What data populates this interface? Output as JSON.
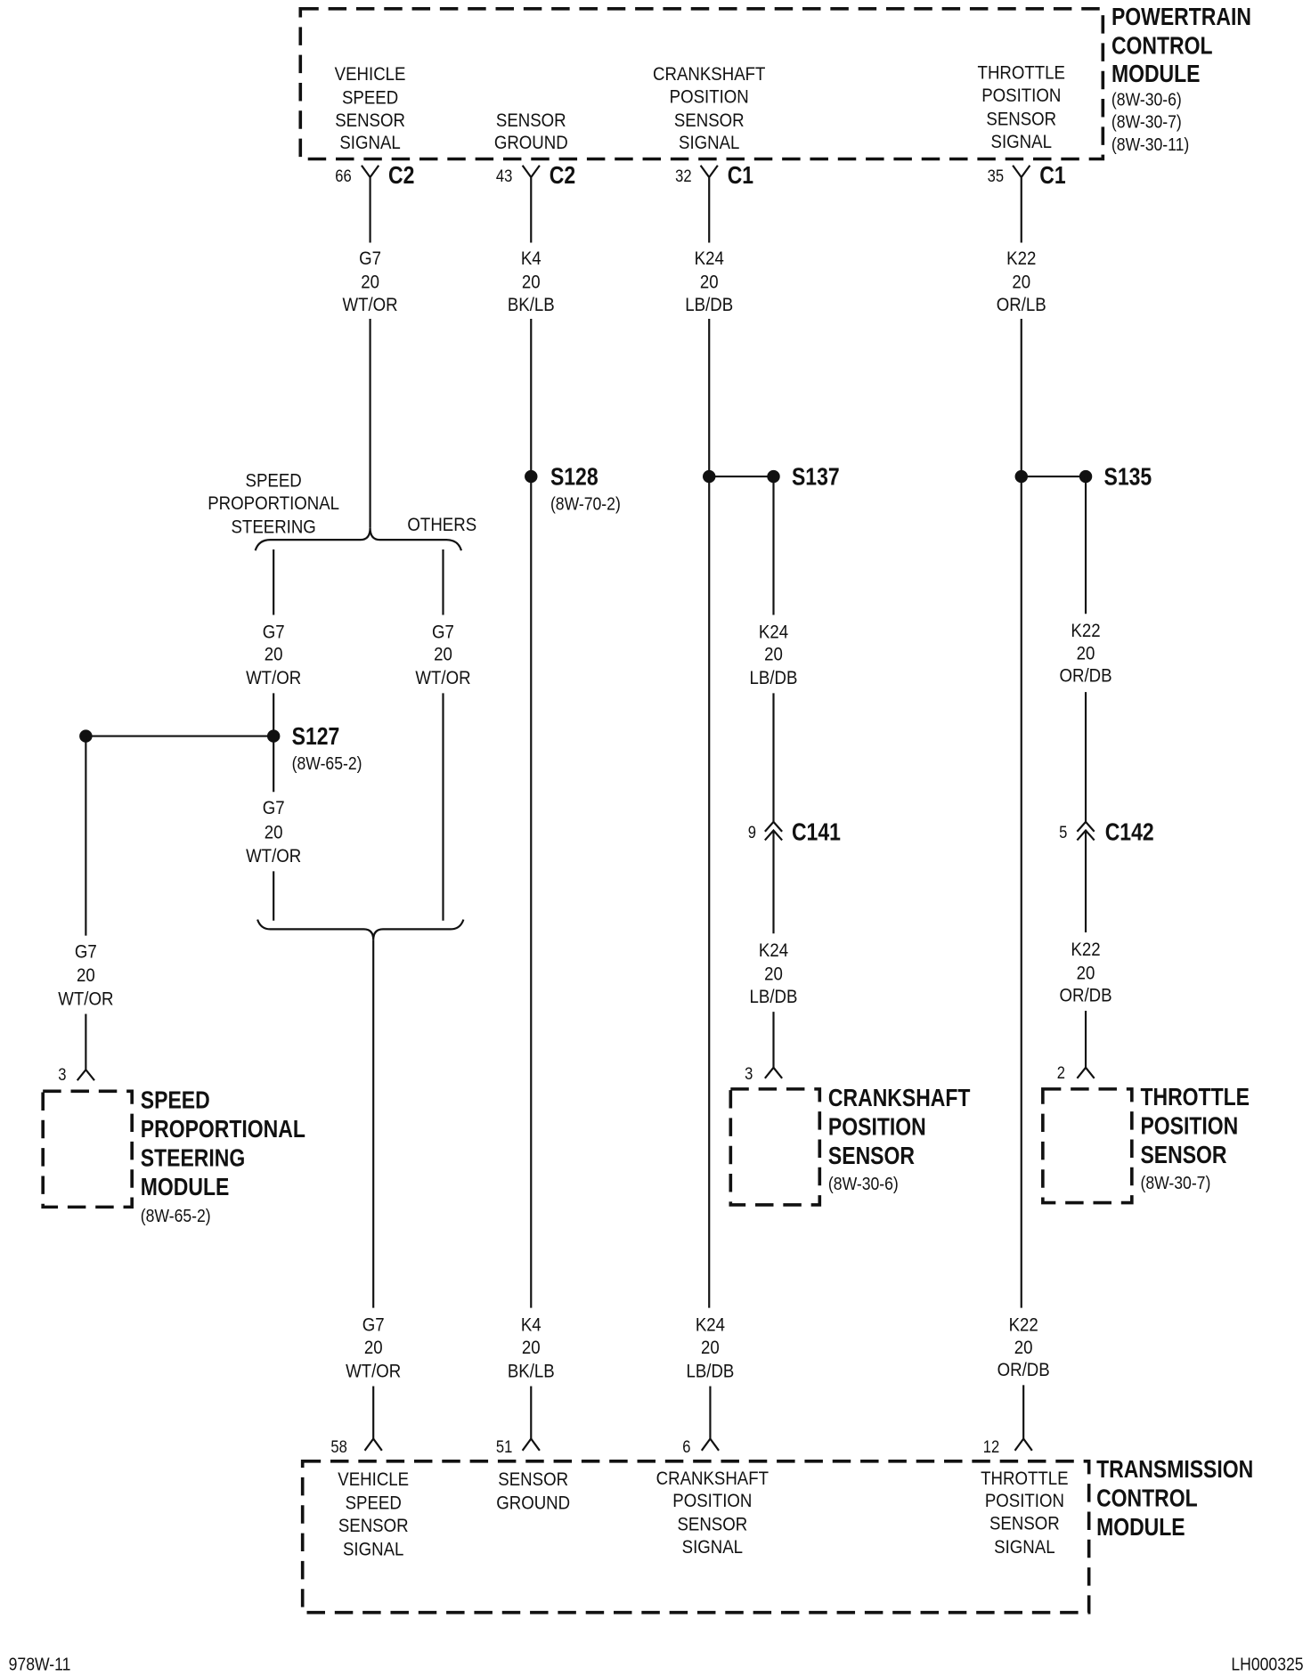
{
  "powertrain_control_module": {
    "name": [
      "POWERTRAIN",
      "CONTROL",
      "MODULE"
    ],
    "refs": [
      "(8W-30-6)",
      "(8W-30-7)",
      "(8W-30-11)"
    ],
    "pins": [
      {
        "label": [
          "VEHICLE",
          "SPEED",
          "SENSOR",
          "SIGNAL"
        ],
        "cavity": "66",
        "connector": "C2"
      },
      {
        "label": [
          "SENSOR",
          "GROUND"
        ],
        "cavity": "43",
        "connector": "C2"
      },
      {
        "label": [
          "CRANKSHAFT",
          "POSITION",
          "SENSOR",
          "SIGNAL"
        ],
        "cavity": "32",
        "connector": "C1"
      },
      {
        "label": [
          "THROTTLE",
          "POSITION",
          "SENSOR",
          "SIGNAL"
        ],
        "cavity": "35",
        "connector": "C1"
      }
    ]
  },
  "transmission_control_module": {
    "name": [
      "TRANSMISSION",
      "CONTROL",
      "MODULE"
    ],
    "pins": [
      {
        "label": [
          "VEHICLE",
          "SPEED",
          "SENSOR",
          "SIGNAL"
        ],
        "cavity": "58"
      },
      {
        "label": [
          "SENSOR",
          "GROUND"
        ],
        "cavity": "51"
      },
      {
        "label": [
          "CRANKSHAFT",
          "POSITION",
          "SENSOR",
          "SIGNAL"
        ],
        "cavity": "6"
      },
      {
        "label": [
          "THROTTLE",
          "POSITION",
          "SENSOR",
          "SIGNAL"
        ],
        "cavity": "12"
      }
    ]
  },
  "wires": {
    "vss_from_pcm": {
      "circuit": "G7",
      "gauge": "20",
      "color": "WT/OR"
    },
    "ground_from_pcm": {
      "circuit": "K4",
      "gauge": "20",
      "color": "BK/LB"
    },
    "ckp_from_pcm": {
      "circuit": "K24",
      "gauge": "20",
      "color": "LB/DB"
    },
    "tps_from_pcm": {
      "circuit": "K22",
      "gauge": "20",
      "color": "OR/LB"
    },
    "vss_steering_branch": {
      "circuit": "G7",
      "gauge": "20",
      "color": "WT/OR"
    },
    "vss_others_branch": {
      "circuit": "G7",
      "gauge": "20",
      "color": "WT/OR"
    },
    "vss_below_s127": {
      "circuit": "G7",
      "gauge": "20",
      "color": "WT/OR"
    },
    "vss_to_steering_module": {
      "circuit": "G7",
      "gauge": "20",
      "color": "WT/OR"
    },
    "ckp_to_c141": {
      "circuit": "K24",
      "gauge": "20",
      "color": "LB/DB"
    },
    "ckp_to_sensor": {
      "circuit": "K24",
      "gauge": "20",
      "color": "LB/DB"
    },
    "tps_to_c142": {
      "circuit": "K22",
      "gauge": "20",
      "color": "OR/DB"
    },
    "tps_to_sensor": {
      "circuit": "K22",
      "gauge": "20",
      "color": "OR/DB"
    },
    "vss_to_tcm": {
      "circuit": "G7",
      "gauge": "20",
      "color": "WT/OR"
    },
    "ground_to_tcm": {
      "circuit": "K4",
      "gauge": "20",
      "color": "BK/LB"
    },
    "ckp_to_tcm": {
      "circuit": "K24",
      "gauge": "20",
      "color": "LB/DB"
    },
    "tps_to_tcm": {
      "circuit": "K22",
      "gauge": "20",
      "color": "OR/DB"
    }
  },
  "branch_labels": {
    "speed_proportional_steering": [
      "SPEED",
      "PROPORTIONAL",
      "STEERING"
    ],
    "others": "OTHERS"
  },
  "splices": {
    "s127": {
      "id": "S127",
      "ref": "(8W-65-2)"
    },
    "s128": {
      "id": "S128",
      "ref": "(8W-70-2)"
    },
    "s137": {
      "id": "S137"
    },
    "s135": {
      "id": "S135"
    }
  },
  "inline_connectors": {
    "c141": {
      "id": "C141",
      "cavity": "9"
    },
    "c142": {
      "id": "C142",
      "cavity": "5"
    }
  },
  "components": {
    "speed_proportional_steering_module": {
      "name": [
        "SPEED",
        "PROPORTIONAL",
        "STEERING",
        "MODULE"
      ],
      "ref": "(8W-65-2)",
      "cavity": "3"
    },
    "crankshaft_position_sensor": {
      "name": [
        "CRANKSHAFT",
        "POSITION",
        "SENSOR"
      ],
      "ref": "(8W-30-6)",
      "cavity": "3"
    },
    "throttle_position_sensor": {
      "name": [
        "THROTTLE",
        "POSITION",
        "SENSOR"
      ],
      "ref": "(8W-30-7)",
      "cavity": "2"
    }
  },
  "footer": {
    "figure_number": "978W-11",
    "drawing_code": "LH000325"
  }
}
